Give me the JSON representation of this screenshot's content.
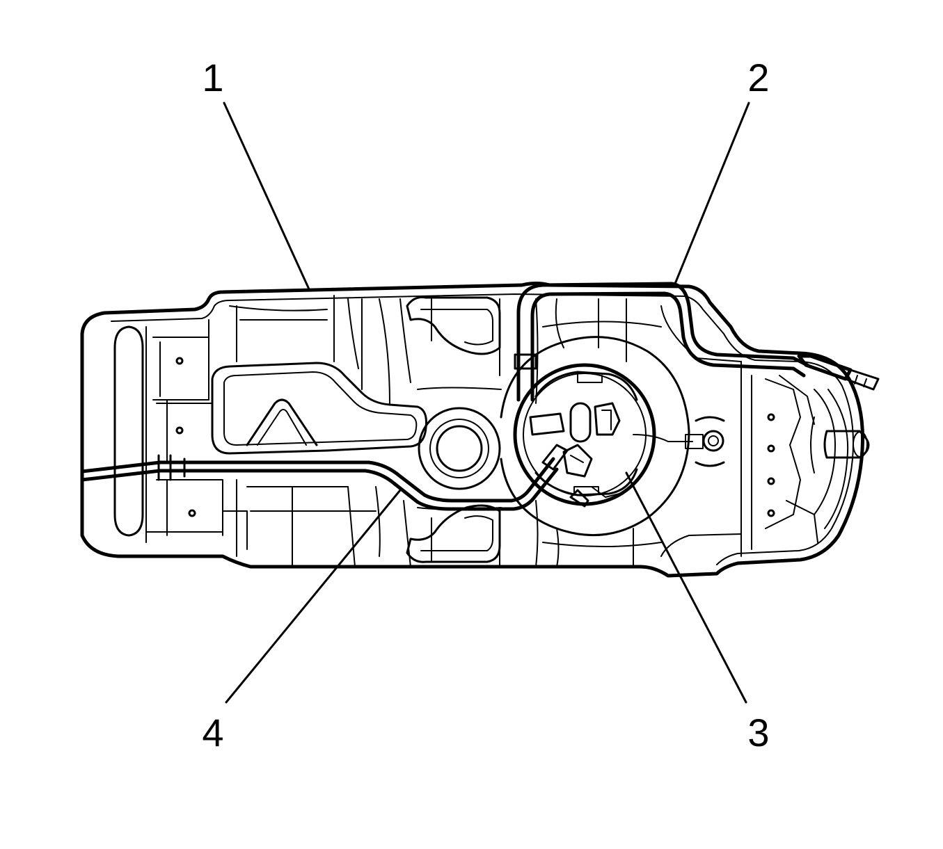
{
  "figure": {
    "colors": {
      "line": "#000000",
      "background": "#ffffff"
    },
    "callouts": [
      {
        "id": "1",
        "label": "1"
      },
      {
        "id": "2",
        "label": "2"
      },
      {
        "id": "3",
        "label": "3"
      },
      {
        "id": "4",
        "label": "4"
      }
    ]
  }
}
